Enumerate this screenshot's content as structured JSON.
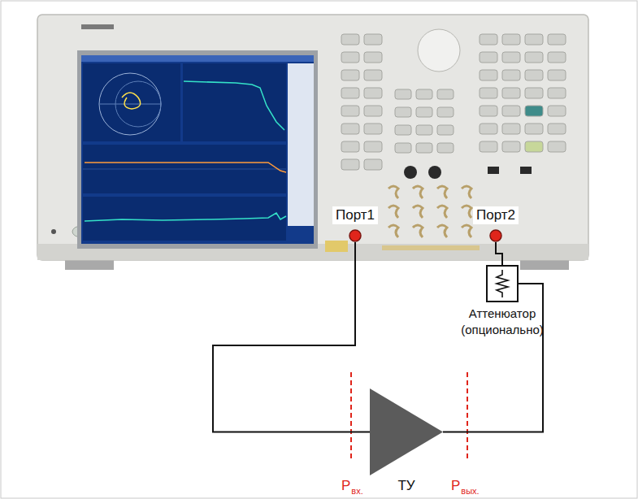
{
  "diagram": {
    "nodes": [
      {
        "text": [
          "Порт1"
        ]
      },
      {
        "text": [
          "Порт2"
        ]
      },
      {
        "text": [
          "Аттенюатор (опционально)"
        ]
      },
      {
        "text": [
          "ТУ"
        ]
      }
    ],
    "edges": [
      {
        "from": 0,
        "to": 3,
        "arrow": "none"
      },
      {
        "from": 3,
        "to": 2,
        "arrow": "none"
      },
      {
        "from": 2,
        "to": 1,
        "arrow": "none"
      }
    ],
    "labels": [
      "P",
      "вх.",
      "P",
      "вых."
    ]
  }
}
